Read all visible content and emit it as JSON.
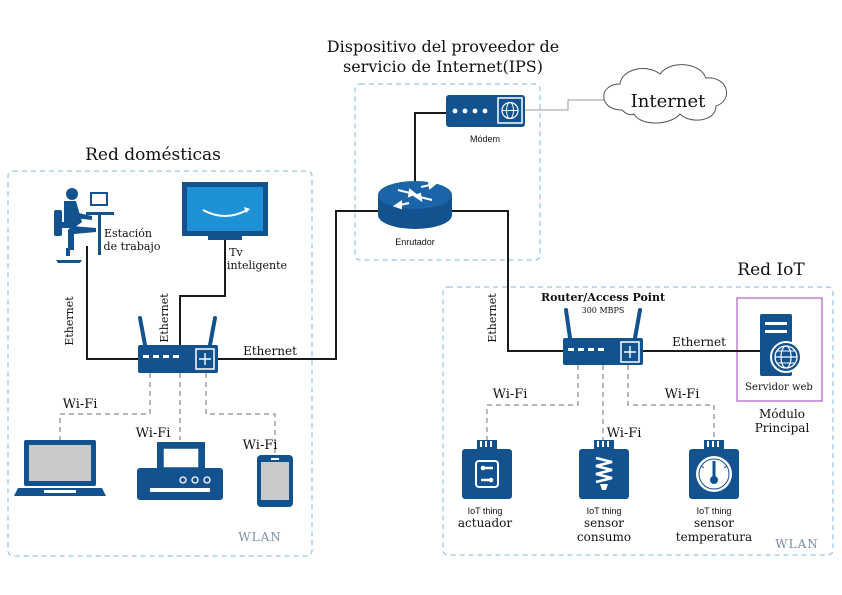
{
  "zones": {
    "isp_title_line1": "Dispositivo del proveedor de",
    "isp_title_line2": "servicio de Internet(IPS)",
    "home_title": "Red domésticas",
    "iot_title": "Red IoT",
    "wlan_home": "WLAN",
    "wlan_iot": "WLAN"
  },
  "devices": {
    "internet": "Internet",
    "modem": "Módem",
    "router": "Enrutador",
    "workstation_line1": "Estación",
    "workstation_line2": "de trabajo",
    "tv_line1": "Tv",
    "tv_line2": "inteligente",
    "ap_line1": "Router/Access Point",
    "ap_line2": "300 MBPS",
    "server": "Servidor web",
    "module_line1": "Módulo",
    "module_line2": "Principal",
    "iot_thing_1": "IoT thing",
    "actuator": "actuador",
    "iot_thing_2": "IoT thing",
    "sensor2_line1": "sensor",
    "sensor2_line2": "consumo",
    "iot_thing_3": "IoT thing",
    "sensor3_line1": "sensor",
    "sensor3_line2": "temperatura"
  },
  "links": {
    "eth_ws": "Ethernet",
    "eth_tv": "Ethernet",
    "eth_home_router": "Ethernet",
    "eth_iot_router": "Ethernet",
    "eth_server": "Ethernet",
    "wifi_laptop": "Wi-Fi",
    "wifi_printer": "Wi-Fi",
    "wifi_tablet": "Wi-Fi",
    "wifi_actuator": "Wi-Fi",
    "wifi_consumo": "Wi-Fi",
    "wifi_temp": "Wi-Fi"
  },
  "colors": {
    "device_blue": "#12528f",
    "zone_border": "#7fb8de",
    "module_border": "#b35fc8",
    "wire": "#1a1a1a",
    "wifi_link": "#8a8a8a"
  }
}
